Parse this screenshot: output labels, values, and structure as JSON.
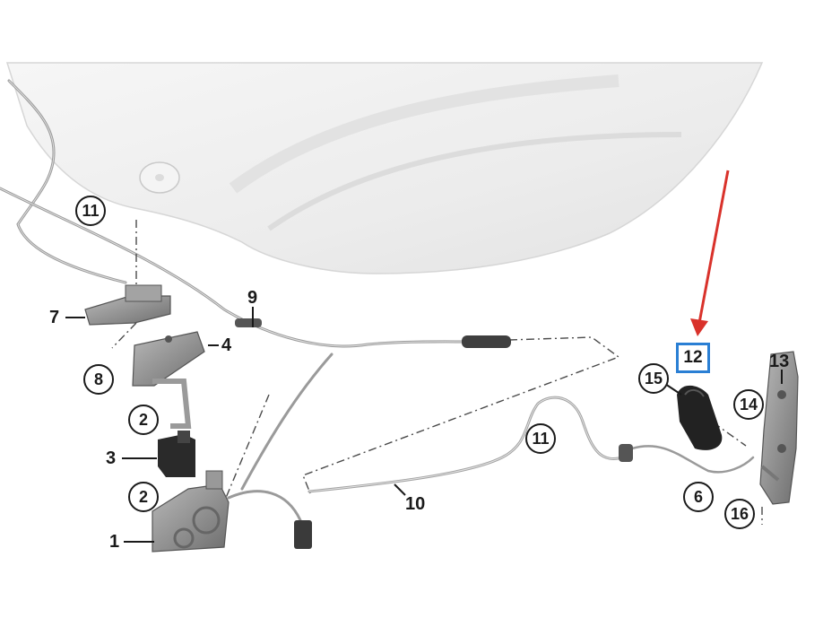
{
  "diagram": {
    "callouts": [
      {
        "id": "c11a",
        "text": "11",
        "circled": true
      },
      {
        "id": "c7",
        "text": "7",
        "circled": false
      },
      {
        "id": "c9",
        "text": "9",
        "circled": false
      },
      {
        "id": "c8",
        "text": "8",
        "circled": true
      },
      {
        "id": "c4",
        "text": "4",
        "circled": false
      },
      {
        "id": "c2a",
        "text": "2",
        "circled": true
      },
      {
        "id": "c3",
        "text": "3",
        "circled": false
      },
      {
        "id": "c2b",
        "text": "2",
        "circled": true
      },
      {
        "id": "c1",
        "text": "1",
        "circled": false
      },
      {
        "id": "c11b",
        "text": "11",
        "circled": true
      },
      {
        "id": "c10",
        "text": "10",
        "circled": false
      },
      {
        "id": "c12",
        "text": "12",
        "highlighted": true
      },
      {
        "id": "c15",
        "text": "15",
        "circled": true
      },
      {
        "id": "c13",
        "text": "13",
        "circled": false
      },
      {
        "id": "c14",
        "text": "14",
        "circled": true
      },
      {
        "id": "c6",
        "text": "6",
        "circled": true
      },
      {
        "id": "c16",
        "text": "16",
        "circled": true
      }
    ],
    "colors": {
      "highlight_box": "#2a7fd4",
      "arrow": "#d9322b",
      "line": "#1a1a1a",
      "hood": "#efefef",
      "parts": "#8a8a8a"
    }
  }
}
